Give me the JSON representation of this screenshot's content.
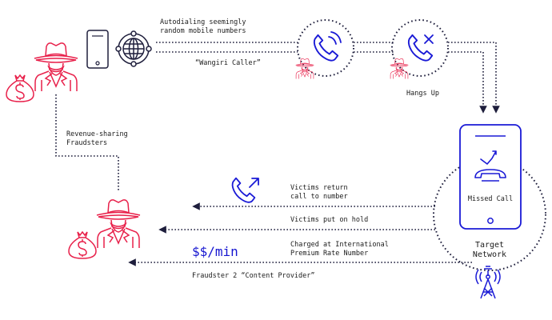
{
  "labels": {
    "autodialing": "Autodialing seemingly\nrandom mobile numbers",
    "wangiri_caller": "“Wangiri Caller”",
    "hangs_up": "Hangs Up",
    "revenue_sharing": "Revenue-sharing\nFraudsters",
    "missed_call": "Missed Call",
    "target_network": "Target\nNetwork",
    "victims_return": "Victims return\ncall to number",
    "victims_hold": "Victims put on hold",
    "charged": "Charged at International\nPremium Rate Number",
    "rate": "$$/min",
    "fraudster2": "Fraudster 2 “Content Provider”"
  },
  "icons": [
    "fraudster-icon",
    "money-bag-icon",
    "smartphone-icon",
    "globe-icon",
    "phone-ringing-icon",
    "phone-hangup-icon",
    "phone-outgoing-icon",
    "cell-tower-icon"
  ],
  "colors": {
    "fraudster": "#e8204a",
    "phone": "#1a1ad6",
    "line": "#1e1e3c",
    "text": "#1b1b1b"
  }
}
